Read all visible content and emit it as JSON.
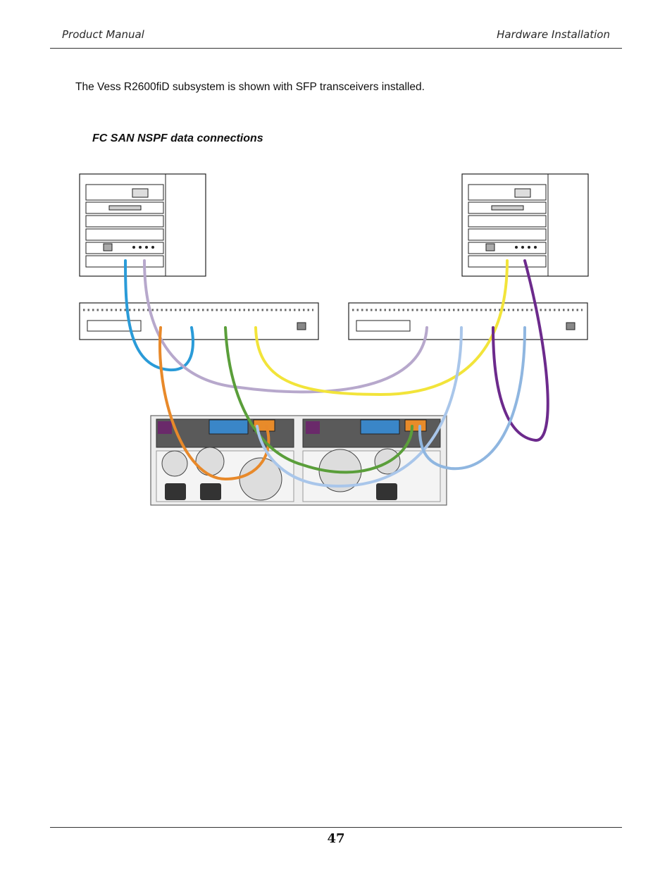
{
  "header": {
    "left": "Product Manual",
    "right": "Hardware Installation"
  },
  "body": {
    "intro": "The Vess R2600fiD subsystem is shown with SFP transceivers installed."
  },
  "figure": {
    "caption": "FC SAN NSPF data connections"
  },
  "cable_colors": {
    "blue": "#2a9bd8",
    "lavender": "#b7a8cc",
    "orange": "#e8892a",
    "green": "#5a9e3a",
    "yellow": "#f2e43a",
    "light_blue": "#8fb6e0",
    "purple": "#6c2a8c",
    "pale_blue": "#a9c6ea",
    "controller_purple": "#6a2a6a"
  },
  "footer": {
    "page_number": "47"
  }
}
